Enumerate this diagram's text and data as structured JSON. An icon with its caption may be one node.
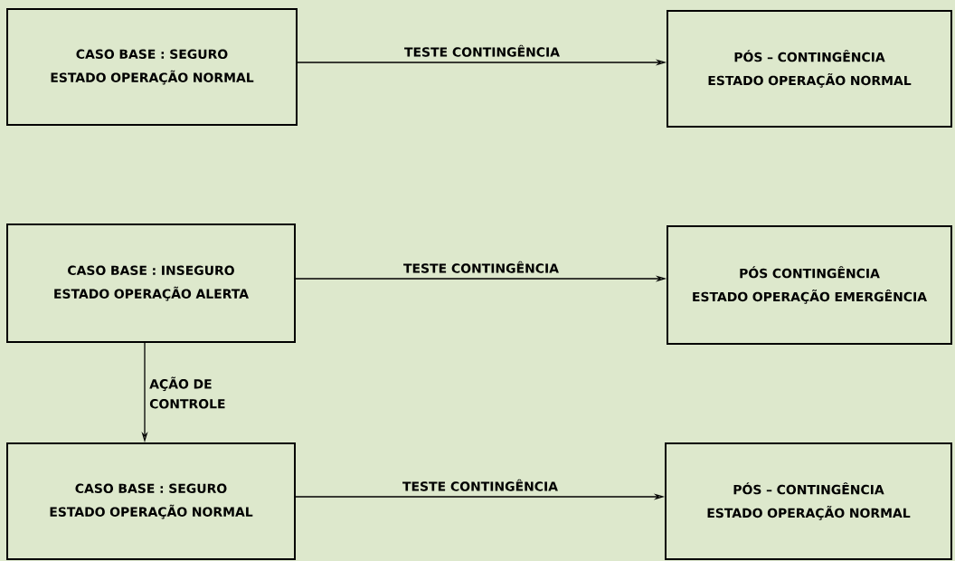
{
  "diagram": {
    "nodes": [
      {
        "text": [
          "CASO BASE : SEGURO",
          "ESTADO OPERAÇÃO NORMAL"
        ]
      },
      {
        "text": [
          "PÓS – CONTINGÊNCIA",
          "ESTADO OPERAÇÃO NORMAL"
        ]
      },
      {
        "text": [
          "CASO BASE : INSEGURO",
          "ESTADO OPERAÇÃO ALERTA"
        ]
      },
      {
        "text": [
          "PÓS CONTINGÊNCIA",
          "ESTADO OPERAÇÃO EMERGÊNCIA"
        ]
      },
      {
        "text": [
          "CASO BASE : SEGURO",
          "ESTADO OPERAÇÃO NORMAL"
        ]
      },
      {
        "text": [
          "PÓS – CONTINGÊNCIA",
          "ESTADO OPERAÇÃO NORMAL"
        ]
      }
    ],
    "edges": [
      {
        "from": 0,
        "to": 1,
        "arrow": "to",
        "label": "TESTE CONTINGÊNCIA"
      },
      {
        "from": 2,
        "to": 3,
        "arrow": "to",
        "label": "TESTE CONTINGÊNCIA"
      },
      {
        "from": 2,
        "to": 4,
        "arrow": "to",
        "label": "AÇÃO DE CONTROLE"
      },
      {
        "from": 4,
        "to": 5,
        "arrow": "to",
        "label": "TESTE CONTINGÊNCIA"
      }
    ]
  }
}
